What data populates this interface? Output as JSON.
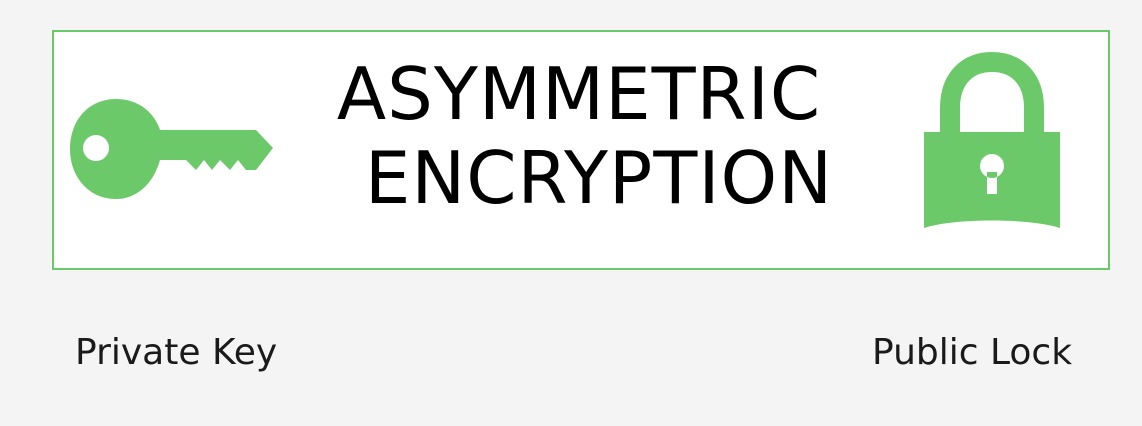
{
  "banner": {
    "title_line1": "ASYMMETRIC",
    "title_line2": "ENCRYPTION",
    "icons": {
      "left": "key-icon",
      "right": "padlock-icon"
    },
    "accent_color": "#6cc96a"
  },
  "captions": {
    "left": "Private Key",
    "right": "Public Lock"
  }
}
